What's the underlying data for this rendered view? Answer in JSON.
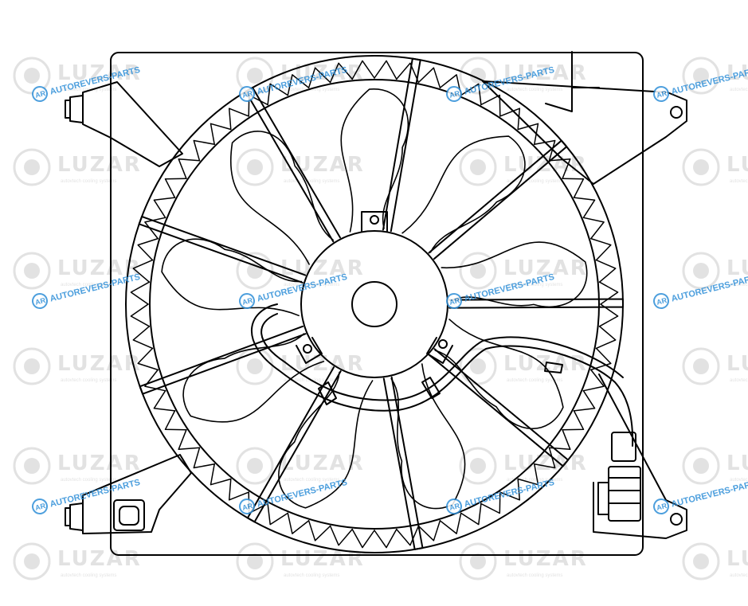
{
  "watermarks": {
    "brand": "LUZAR",
    "tagline": "autovtech cooling systems",
    "site": "AUTOREVERS-PARTS",
    "badge": "AR",
    "brand_color": "#cccccc",
    "site_color": "#2f8fd8"
  },
  "drawing": {
    "line_color": "#000000",
    "blade_count": 9,
    "strut_count": 9
  }
}
